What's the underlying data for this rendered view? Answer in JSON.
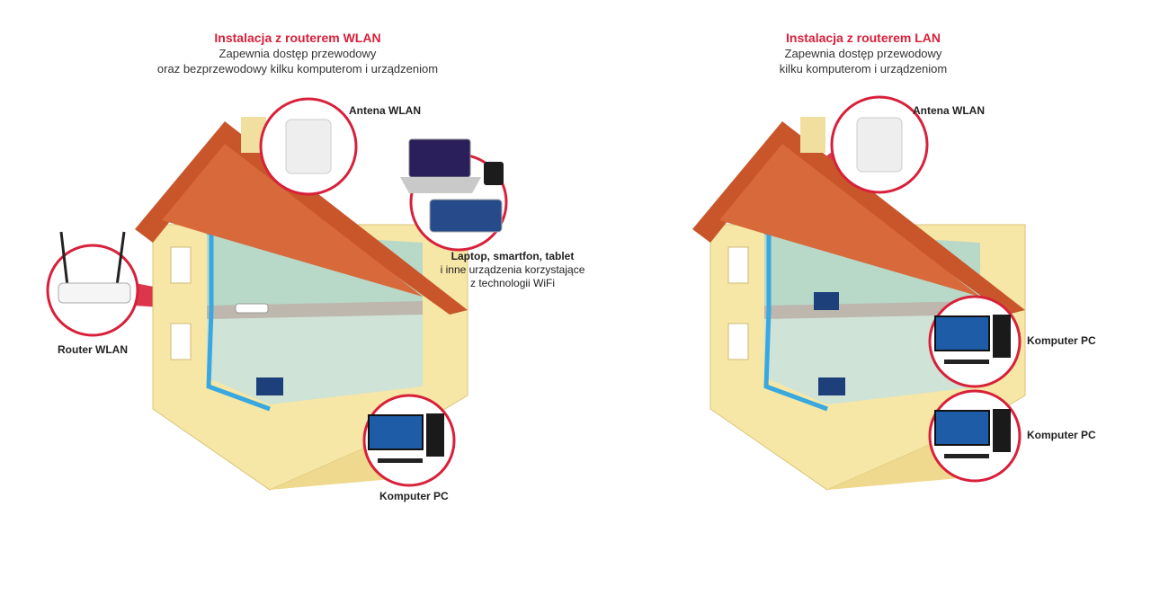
{
  "left": {
    "title": "Instalacja z routerem WLAN",
    "subtitle_line1": "Zapewnia dostęp przewodowy",
    "subtitle_line2": "oraz bezprzewodowy kilku komputerom i urządzeniom",
    "labels": {
      "antenna": "Antena WLAN",
      "router": "Router WLAN",
      "devices_line1": "Laptop, smartfon, tablet",
      "devices_line2": "i inne urządzenia korzystające",
      "devices_line3": "z technologii WiFi",
      "pc": "Komputer PC"
    }
  },
  "right": {
    "title": "Instalacja z routerem LAN",
    "subtitle_line1": "Zapewnia dostęp przewodowy",
    "subtitle_line2": "kilku komputerom i urządzeniom",
    "labels": {
      "antenna": "Antena WLAN",
      "pc_upper": "Komputer PC",
      "pc_lower": "Komputer PC"
    }
  },
  "colors": {
    "accent": "#d8203a",
    "roof": "#c9562a",
    "wall": "#f6e7a6",
    "cable": "#39a8e0",
    "circle_ring": "#d8203a"
  },
  "icons": [
    "antenna-icon",
    "router-icon",
    "laptop-icon",
    "smartphone-icon",
    "tablet-icon",
    "desktop-pc-icon",
    "house-illustration",
    "wifi-icon"
  ]
}
